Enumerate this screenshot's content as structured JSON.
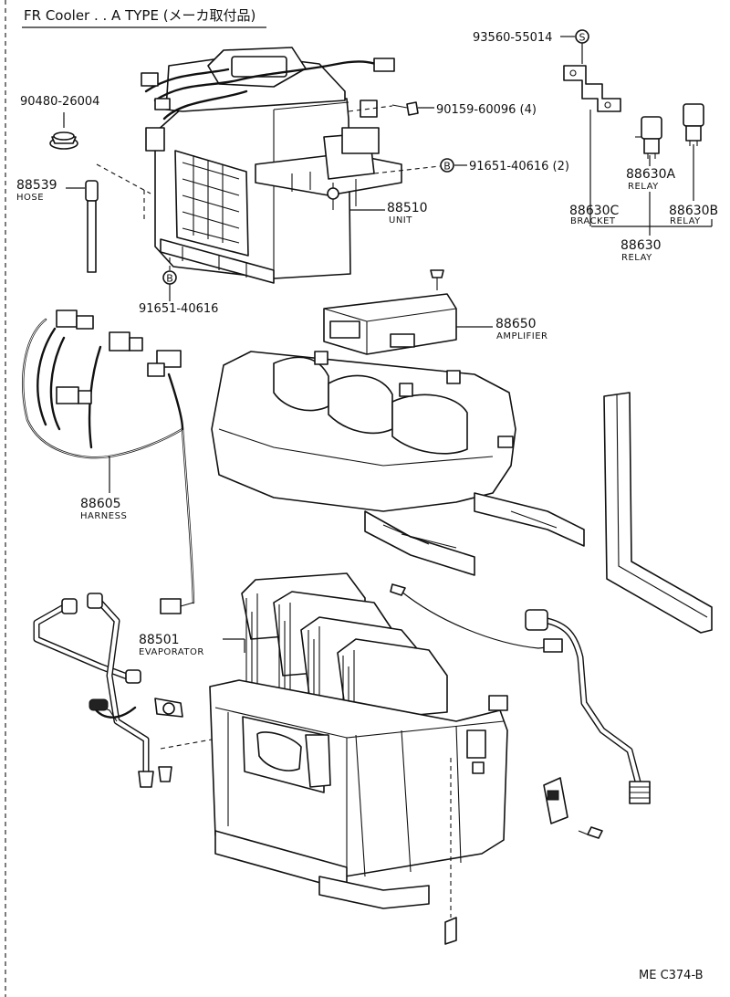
{
  "header": {
    "title": "FR Cooler . . A TYPE (メーカ取付品)"
  },
  "footer": {
    "code": "ME C374-B"
  },
  "symbols": {
    "s": "S",
    "b": "B"
  },
  "parts": {
    "p93560": {
      "number": "93560-55014"
    },
    "p90480": {
      "number": "90480-26004"
    },
    "p90159": {
      "number": "90159-60096 (4)"
    },
    "p91651a": {
      "number": "91651-40616 (2)"
    },
    "p88539": {
      "number": "88539",
      "name": "HOSE"
    },
    "p88510": {
      "number": "88510",
      "name": "UNIT"
    },
    "p88630a": {
      "number": "88630A",
      "name": "RELAY"
    },
    "p88630c": {
      "number": "88630C",
      "name": "BRACKET"
    },
    "p88630b": {
      "number": "88630B",
      "name": "RELAY"
    },
    "p88630": {
      "number": "88630",
      "name": "RELAY"
    },
    "p91651b": {
      "number": "91651-40616"
    },
    "p88650": {
      "number": "88650",
      "name": "AMPLIFIER"
    },
    "p88605": {
      "number": "88605",
      "name": "HARNESS"
    },
    "p88501": {
      "number": "88501",
      "name": "EVAPORATOR"
    }
  }
}
